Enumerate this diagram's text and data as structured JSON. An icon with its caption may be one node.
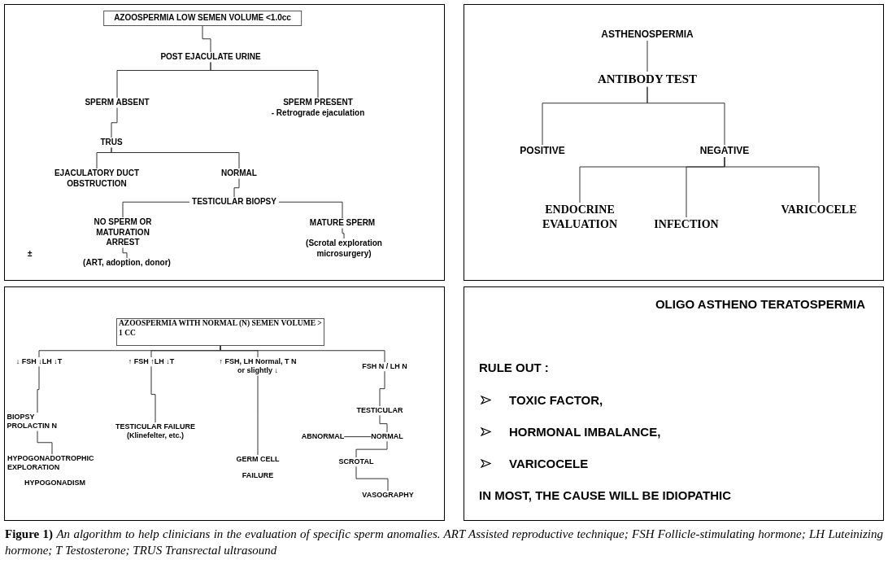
{
  "diagram": {
    "caption": "**Figure 1)** *An algorithm to help clinicians in the evaluation of specific sperm anomalies. ART Assisted reproductive technique; FSH Follicle-stimulating hormone; LH Luteinizing hormone; T Testosterone; TRUS Transrectal ultrasound*",
    "nodes": [
      {
        "text": [],
        "shape": "box"
      },
      {
        "text": [
          "AZOOSPERMIA LOW SEMEN VOLUME <1.0cc"
        ],
        "in": 0
      },
      {
        "text": [
          "POST EJACULATE URINE"
        ],
        "in": 0
      },
      {
        "text": [
          "SPERM ABSENT"
        ],
        "in": 0
      },
      {
        "text": [
          "SPERM PRESENT",
          "- Retrograde ejaculation"
        ],
        "in": 0
      },
      {
        "text": [
          "TRUS"
        ],
        "in": 0
      },
      {
        "text": [
          "EJACULATORY DUCT OBSTRUCTION"
        ],
        "in": 0
      },
      {
        "text": [
          "NORMAL"
        ],
        "in": 0
      },
      {
        "text": [
          "TESTICULAR BIOPSY"
        ],
        "in": 0
      },
      {
        "text": [
          "NO SPERM OR MATURATION ARREST"
        ],
        "in": 0
      },
      {
        "text": [
          "(ART, adoption, donor)"
        ],
        "in": 0
      },
      {
        "text": [
          "MATURE SPERM"
        ],
        "in": 0
      },
      {
        "text": [
          "(Scrotal exploration microsurgery)"
        ],
        "in": 0
      },
      {
        "text": [],
        "shape": "box"
      },
      {
        "text": [
          "ASTHENOSPERMIA"
        ],
        "in": 13
      },
      {
        "text": [
          "ANTIBODY TEST"
        ],
        "in": 13
      },
      {
        "text": [
          "POSITIVE"
        ],
        "in": 13
      },
      {
        "text": [
          "NEGATIVE"
        ],
        "in": 13
      },
      {
        "text": [
          "ENDOCRINE EVALUATION"
        ],
        "in": 13
      },
      {
        "text": [
          "INFECTION"
        ],
        "in": 13
      },
      {
        "text": [
          "VARICOCELE"
        ],
        "in": 13
      },
      {
        "text": [],
        "shape": "box"
      },
      {
        "text": [
          "AZOOSPERMIA WITH NORMAL (N) SEMEN VOLUME > 1 CC"
        ],
        "in": 21
      },
      {
        "text": [
          "↓ FSH ↓LH ↓T"
        ],
        "in": 21
      },
      {
        "text": [
          "↑ FSH ↑LH ↓T"
        ],
        "in": 21
      },
      {
        "text": [
          "↑ FSH, LH Normal, T N or slightly ↓"
        ],
        "in": 21
      },
      {
        "text": [
          "FSH N / LH N"
        ],
        "in": 21
      },
      {
        "text": [
          "BIOPSY PROLACTIN N"
        ],
        "in": 21
      },
      {
        "text": [
          "TESTICULAR FAILURE",
          "(Klinefelter, etc.)"
        ],
        "in": 21
      },
      {
        "text": [
          "GERM CELL",
          "FAILURE"
        ],
        "in": 21
      },
      {
        "text": [
          "TESTICULAR"
        ],
        "in": 21
      },
      {
        "text": [
          "ABNORMAL"
        ],
        "in": 21
      },
      {
        "text": [
          "NORMAL"
        ],
        "in": 21
      },
      {
        "text": [
          "HYPOGONADOTROPHIC EXPLORATION"
        ],
        "in": 21
      },
      {
        "text": [
          "SCROTAL"
        ],
        "in": 21
      },
      {
        "text": [
          "VASOGRAPHY"
        ],
        "in": 21
      },
      {
        "text": [
          "OLIGO ASTHENO TERATOSPERMIA",
          "RULE OUT :",
          "TOXIC FACTOR,",
          "HORMONAL IMBALANCE,",
          "VARICOCELE",
          "IN MOST, THE CAUSE WILL BE IDIOPATHIC"
        ]
      }
    ],
    "edges": [
      {
        "from": 1,
        "to": 2,
        "arrow": "none"
      },
      {
        "from": 2,
        "to": 3,
        "arrow": "none"
      },
      {
        "from": 2,
        "to": 4,
        "arrow": "none"
      },
      {
        "from": 3,
        "to": 5,
        "arrow": "none"
      },
      {
        "from": 5,
        "to": 6,
        "arrow": "none"
      },
      {
        "from": 5,
        "to": 7,
        "arrow": "none"
      },
      {
        "from": 7,
        "to": 8,
        "arrow": "none"
      },
      {
        "from": 8,
        "to": 9,
        "arrow": "none"
      },
      {
        "from": 8,
        "to": 11,
        "arrow": "none"
      },
      {
        "from": 9,
        "to": 10,
        "arrow": "none"
      },
      {
        "from": 11,
        "to": 12,
        "arrow": "none"
      },
      {
        "from": 14,
        "to": 15,
        "arrow": "none"
      },
      {
        "from": 15,
        "to": 16,
        "arrow": "none"
      },
      {
        "from": 15,
        "to": 17,
        "arrow": "none"
      },
      {
        "from": 17,
        "to": 18,
        "arrow": "none"
      },
      {
        "from": 17,
        "to": 19,
        "arrow": "none"
      },
      {
        "from": 17,
        "to": 20,
        "arrow": "none"
      },
      {
        "from": 22,
        "to": 23,
        "arrow": "none"
      },
      {
        "from": 22,
        "to": 24,
        "arrow": "none"
      },
      {
        "from": 22,
        "to": 25,
        "arrow": "none"
      },
      {
        "from": 22,
        "to": 26,
        "arrow": "none"
      },
      {
        "from": 23,
        "to": 27,
        "arrow": "none"
      },
      {
        "from": 27,
        "to": 33,
        "arrow": "none"
      },
      {
        "from": 24,
        "to": 28,
        "arrow": "none"
      },
      {
        "from": 25,
        "to": 29,
        "arrow": "none"
      },
      {
        "from": 26,
        "to": 30,
        "arrow": "none"
      },
      {
        "from": 30,
        "to": 32,
        "arrow": "none"
      },
      {
        "from": 32,
        "to": 31,
        "arrow": "none"
      },
      {
        "from": 32,
        "to": 34,
        "arrow": "none"
      },
      {
        "from": 34,
        "to": 35,
        "arrow": "none"
      }
    ],
    "labels": [
      "±",
      "HYPOGONADISM"
    ]
  }
}
